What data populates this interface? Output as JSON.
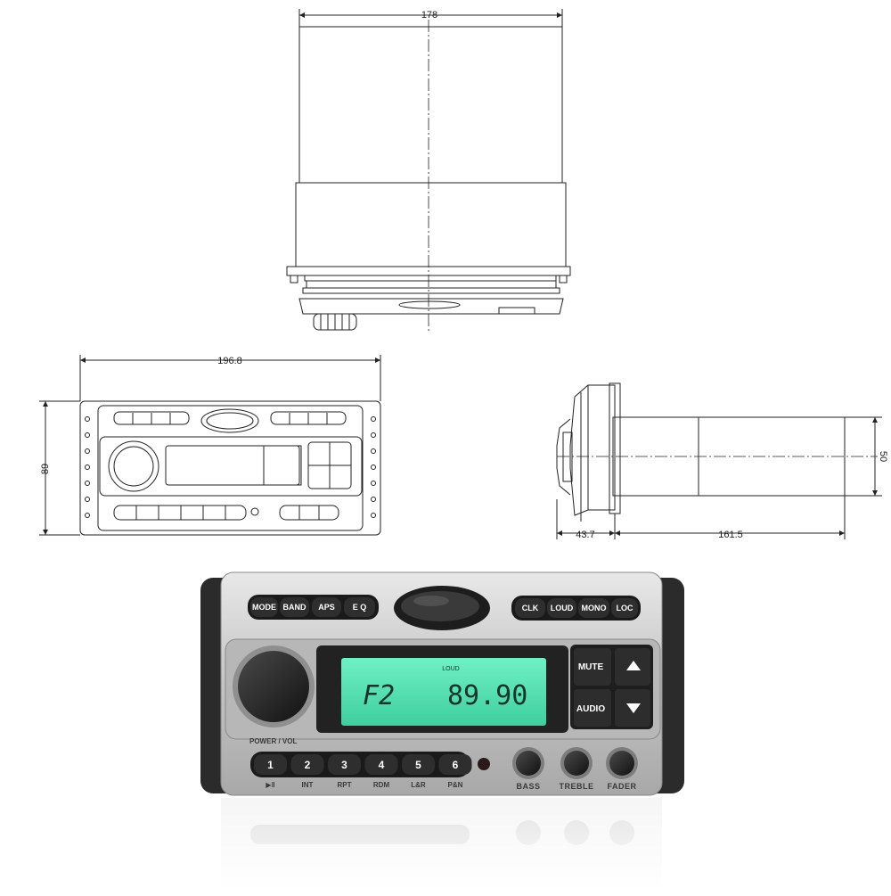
{
  "dimensions": {
    "top_width": "178",
    "front_width": "196.8",
    "front_height": "89",
    "side_depth_front": "43.7",
    "side_depth_rear": "161.5",
    "side_height": "50"
  },
  "radio": {
    "top_buttons": [
      "MODE",
      "BAND",
      "APS",
      "E Q"
    ],
    "right_top_buttons": [
      "CLK",
      "LOUD",
      "MONO",
      "LOC"
    ],
    "lcd_indicator": "LOUD",
    "lcd_channel": "F2",
    "lcd_frequency": "89.90",
    "mute_label": "MUTE",
    "audio_label": "AUDIO",
    "power_vol_label": "POWER / VOL",
    "presets": [
      "1",
      "2",
      "3",
      "4",
      "5",
      "6"
    ],
    "preset_functions": [
      "▶‖",
      "INT",
      "RPT",
      "RDM",
      "L&R",
      "P&N"
    ],
    "knobs": [
      "BASS",
      "TREBLE",
      "FADER"
    ],
    "lcd_color": "#4fe0b0",
    "button_color": "#2a2a2a",
    "body_color": "#c8c8c8"
  }
}
